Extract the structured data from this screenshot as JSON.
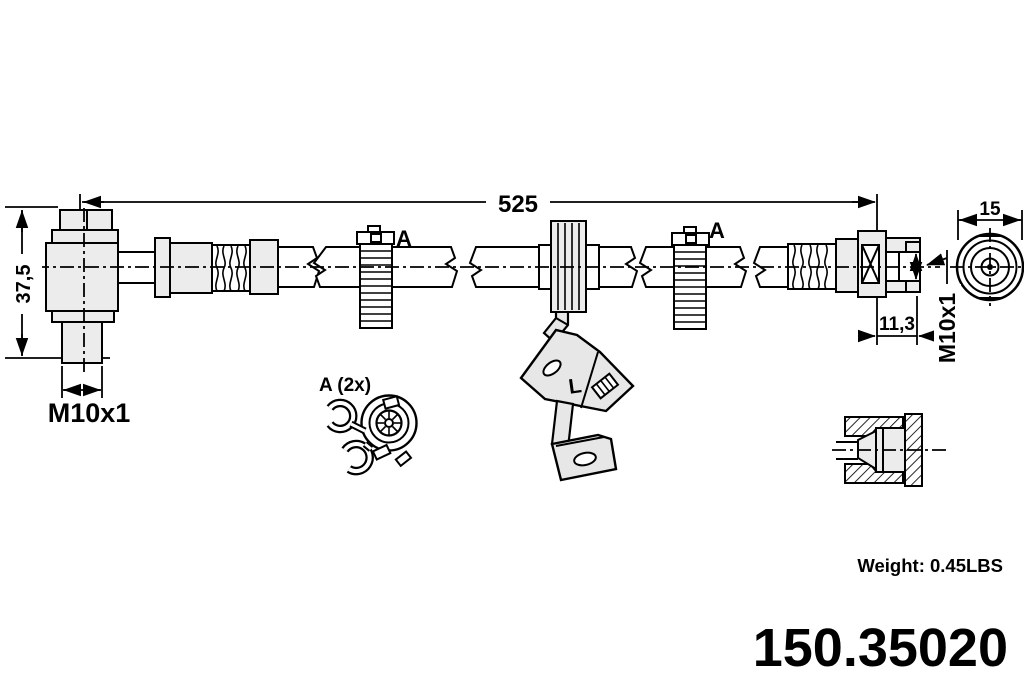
{
  "dimensions": {
    "overall_length": "525",
    "left_fitting_height": "37,5",
    "left_thread": "M10x1",
    "right_fitting_width": "11,3",
    "right_thread": "M10x1",
    "end_view_diameter": "15"
  },
  "labels": {
    "clamp1": "A",
    "clamp2": "A",
    "clip_detail": "A (2x)",
    "bracket_mark": "L"
  },
  "footer": {
    "weight": "Weight: 0.45LBS",
    "part_number": "150.35020"
  },
  "colors": {
    "line": "#000000",
    "metal_fill": "#ececec",
    "background": "#ffffff"
  }
}
